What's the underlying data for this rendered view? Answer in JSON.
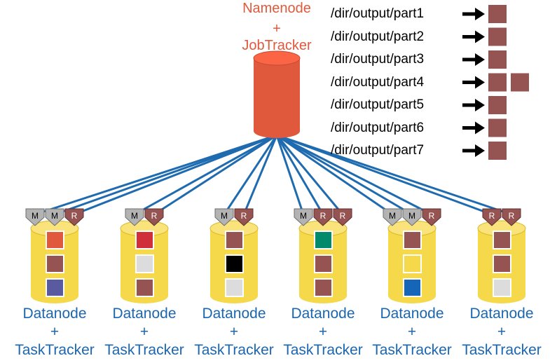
{
  "master": {
    "line1": "Namenode",
    "line2": "+",
    "line3": "JobTracker",
    "cylinder_color": "#e0593d"
  },
  "output_files": [
    {
      "path": "/dir/output/part1",
      "blocks": 1
    },
    {
      "path": "/dir/output/part2",
      "blocks": 1
    },
    {
      "path": "/dir/output/part3",
      "blocks": 1
    },
    {
      "path": "/dir/output/part4",
      "blocks": 2
    },
    {
      "path": "/dir/output/part5",
      "blocks": 1
    },
    {
      "path": "/dir/output/part6",
      "blocks": 1
    },
    {
      "path": "/dir/output/part7",
      "blocks": 1
    }
  ],
  "node_label": {
    "line1": "Datanode",
    "line2": "+",
    "line3": "TaskTracker"
  },
  "slots": {
    "map_letter": "M",
    "reduce_letter": "R"
  },
  "nodes": [
    {
      "slots": [
        "M",
        "M",
        "R"
      ],
      "blocks": [
        "#e0593d",
        "#955351",
        "#5a5aa0"
      ]
    },
    {
      "slots": [
        "M",
        "R"
      ],
      "blocks": [
        "#d02f3a",
        "#dcdcdc",
        "#955351"
      ]
    },
    {
      "slots": [
        "M",
        "R"
      ],
      "blocks": [
        "#955351",
        "#000000",
        "#dcdcdc"
      ]
    },
    {
      "slots": [
        "M",
        "R",
        "R"
      ],
      "blocks": [
        "#008a6c",
        "#955351",
        "#955351"
      ]
    },
    {
      "slots": [
        "M",
        "M",
        "R"
      ],
      "blocks": [
        "#955351",
        "#f6d94a",
        "#1565b8"
      ]
    },
    {
      "slots": [
        "R",
        "R"
      ],
      "blocks": [
        "#955351",
        "#955351",
        "#dcdcdc"
      ]
    }
  ],
  "colors": {
    "output_block": "#955351",
    "line": "#1f6bb0",
    "node_cylinder": "#f6d94a",
    "map_slot": "#b3b3b3",
    "reduce_slot": "#955351"
  }
}
